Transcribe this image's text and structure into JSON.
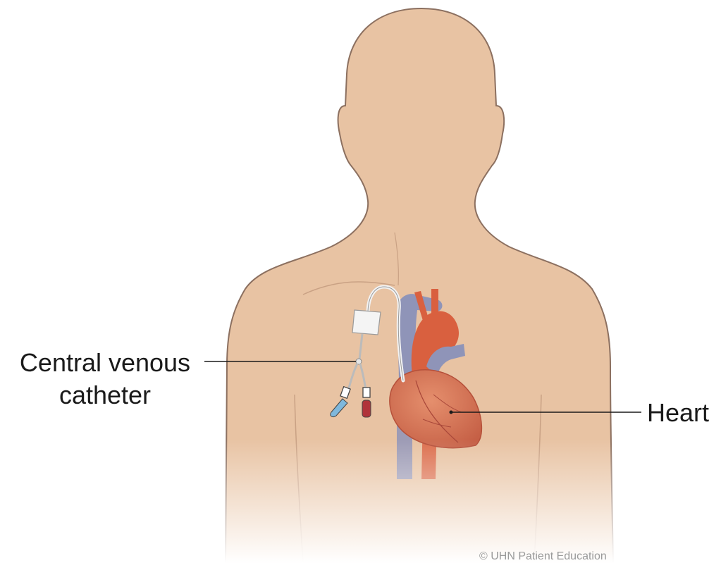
{
  "labels": {
    "catheter_line1": "Central venous",
    "catheter_line2": "catheter",
    "heart": "Heart"
  },
  "credit": "© UHN Patient Education",
  "colors": {
    "skin": "#e8c3a3",
    "outline": "#8c7060",
    "vein": "#8f94b8",
    "artery": "#d9603f",
    "heart": "#d9785a",
    "catheter_blue": "#7fb8dc",
    "catheter_red": "#b0333a"
  }
}
